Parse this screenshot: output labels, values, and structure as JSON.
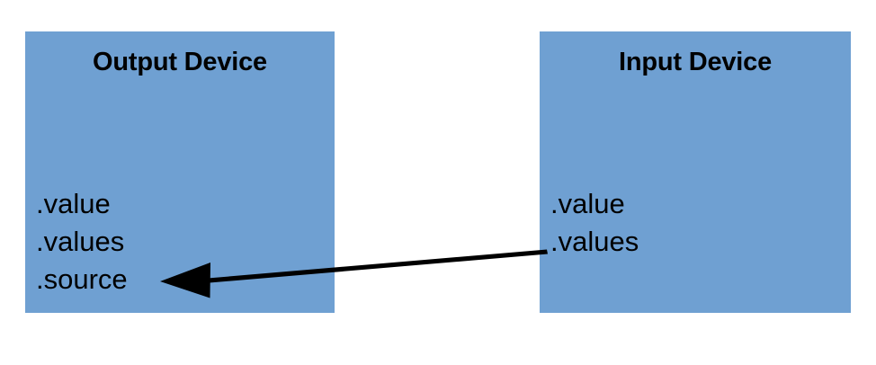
{
  "diagram": {
    "title_left": "Output Device",
    "title_right": "Input Device",
    "background_color": "#ffffff",
    "box_color": "#6fa0d2",
    "arrow_color": "#000000",
    "output_device": {
      "heading": "Output Device",
      "properties": [
        {
          "label": ".value"
        },
        {
          "label": ".values"
        },
        {
          "label": ".source"
        }
      ]
    },
    "input_device": {
      "heading": "Input Device",
      "properties": [
        {
          "label": ".value"
        },
        {
          "label": ".values"
        }
      ]
    },
    "connector": {
      "name": "values-to-source-arrow",
      "from": "Input Device .values",
      "to": "Output Device .source",
      "direction": "right-to-left"
    }
  }
}
